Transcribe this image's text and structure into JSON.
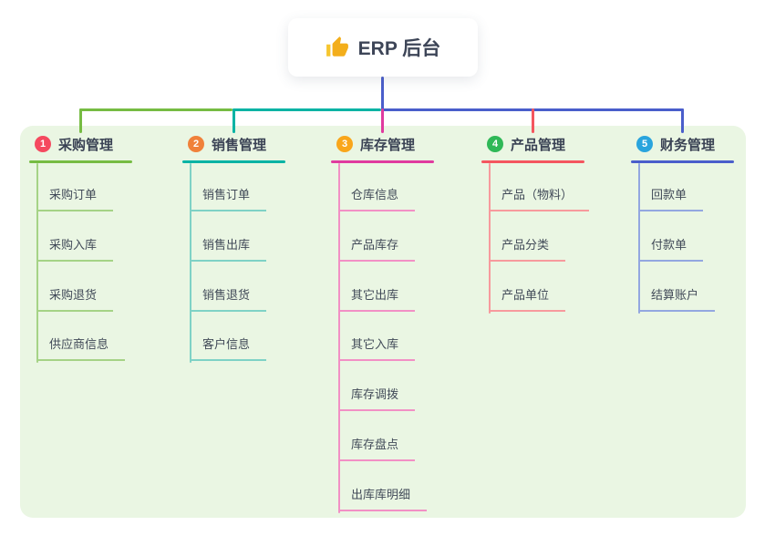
{
  "root": {
    "label": "ERP 后台",
    "icon": "thumbs-up-icon",
    "icon_color": "#f3ae1b"
  },
  "canvas": {
    "page_bg": "#ffffff",
    "panel_bg": "#eaf6e3"
  },
  "connectors": {
    "root_line_color": "#4a5ecb"
  },
  "branches": [
    {
      "num": "1",
      "label": "采购管理",
      "badge_color": "#f5495f",
      "line_color": "#76bc43",
      "sub_line_color": "#a5d386",
      "children": [
        "采购订单",
        "采购入库",
        "采购退货",
        "供应商信息"
      ]
    },
    {
      "num": "2",
      "label": "销售管理",
      "badge_color": "#f0813a",
      "line_color": "#00b3a4",
      "sub_line_color": "#7fd2c6",
      "children": [
        "销售订单",
        "销售出库",
        "销售退货",
        "客户信息"
      ]
    },
    {
      "num": "3",
      "label": "库存管理",
      "badge_color": "#f9a61b",
      "line_color": "#e03a9f",
      "sub_line_color": "#f290c5",
      "children": [
        "仓库信息",
        "产品库存",
        "其它出库",
        "其它入库",
        "库存调拨",
        "库存盘点",
        "出库库明细"
      ]
    },
    {
      "num": "4",
      "label": "产品管理",
      "badge_color": "#2fb857",
      "line_color": "#f4565f",
      "sub_line_color": "#f79a9d",
      "children": [
        "产品（物料）",
        "产品分类",
        "产品单位"
      ]
    },
    {
      "num": "5",
      "label": "财务管理",
      "badge_color": "#29a4dd",
      "line_color": "#4a5ecb",
      "sub_line_color": "#93a7e0",
      "children": [
        "回款单",
        "付款单",
        "结算账户"
      ]
    }
  ]
}
